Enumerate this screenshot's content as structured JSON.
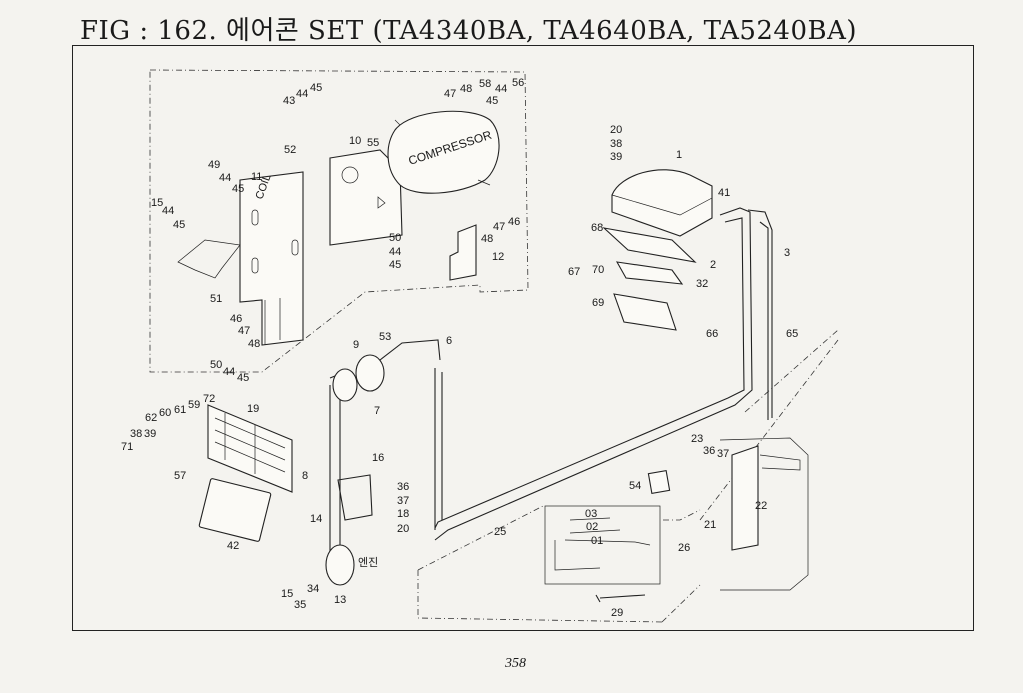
{
  "title": "FIG : 162. 에어콘 SET (TA4340BA, TA4640BA, TA5240BA)",
  "page_number": "358",
  "diagram_text": {
    "compressor": "COMPRESSOR",
    "coil": "COIL",
    "engine": "엔진",
    "bracket_no": "1"
  },
  "callouts": [
    {
      "id": "c43",
      "label": "43"
    },
    {
      "id": "c44a",
      "label": "44"
    },
    {
      "id": "c45a",
      "label": "45"
    },
    {
      "id": "c52",
      "label": "52"
    },
    {
      "id": "c10",
      "label": "10"
    },
    {
      "id": "c55",
      "label": "55"
    },
    {
      "id": "c47a",
      "label": "47"
    },
    {
      "id": "c48a",
      "label": "48"
    },
    {
      "id": "c58",
      "label": "58"
    },
    {
      "id": "c44b",
      "label": "44"
    },
    {
      "id": "c56",
      "label": "56"
    },
    {
      "id": "c45b",
      "label": "45"
    },
    {
      "id": "c49",
      "label": "49"
    },
    {
      "id": "c44c",
      "label": "44"
    },
    {
      "id": "c45c",
      "label": "45"
    },
    {
      "id": "c11",
      "label": "11"
    },
    {
      "id": "c15a",
      "label": "15"
    },
    {
      "id": "c44d",
      "label": "44"
    },
    {
      "id": "c45d",
      "label": "45"
    },
    {
      "id": "c50a",
      "label": "50"
    },
    {
      "id": "c44e",
      "label": "44"
    },
    {
      "id": "c45e",
      "label": "45"
    },
    {
      "id": "c47b",
      "label": "47"
    },
    {
      "id": "c46a",
      "label": "46"
    },
    {
      "id": "c48b",
      "label": "48"
    },
    {
      "id": "c12",
      "label": "12"
    },
    {
      "id": "c51",
      "label": "51"
    },
    {
      "id": "c46b",
      "label": "46"
    },
    {
      "id": "c47c",
      "label": "47"
    },
    {
      "id": "c48c",
      "label": "48"
    },
    {
      "id": "c50b",
      "label": "50"
    },
    {
      "id": "c44f",
      "label": "44"
    },
    {
      "id": "c45f",
      "label": "45"
    },
    {
      "id": "c20a",
      "label": "20"
    },
    {
      "id": "c38a",
      "label": "38"
    },
    {
      "id": "c39a",
      "label": "39"
    },
    {
      "id": "c1",
      "label": "1"
    },
    {
      "id": "c41",
      "label": "41"
    },
    {
      "id": "c68",
      "label": "68"
    },
    {
      "id": "c3",
      "label": "3"
    },
    {
      "id": "c2",
      "label": "2"
    },
    {
      "id": "c67",
      "label": "67"
    },
    {
      "id": "c70",
      "label": "70"
    },
    {
      "id": "c32",
      "label": "32"
    },
    {
      "id": "c69",
      "label": "69"
    },
    {
      "id": "c66",
      "label": "66"
    },
    {
      "id": "c65",
      "label": "65"
    },
    {
      "id": "c53",
      "label": "53"
    },
    {
      "id": "c6",
      "label": "6"
    },
    {
      "id": "c9",
      "label": "9"
    },
    {
      "id": "c7",
      "label": "7"
    },
    {
      "id": "c72",
      "label": "72"
    },
    {
      "id": "c59",
      "label": "59"
    },
    {
      "id": "c61",
      "label": "61"
    },
    {
      "id": "c60",
      "label": "60"
    },
    {
      "id": "c62",
      "label": "62"
    },
    {
      "id": "c38b",
      "label": "38"
    },
    {
      "id": "c39b",
      "label": "39"
    },
    {
      "id": "c71",
      "label": "71"
    },
    {
      "id": "c19",
      "label": "19"
    },
    {
      "id": "c8",
      "label": "8"
    },
    {
      "id": "c16",
      "label": "16"
    },
    {
      "id": "c36a",
      "label": "36"
    },
    {
      "id": "c37a",
      "label": "37"
    },
    {
      "id": "c18",
      "label": "18"
    },
    {
      "id": "c20b",
      "label": "20"
    },
    {
      "id": "c14",
      "label": "14"
    },
    {
      "id": "c57",
      "label": "57"
    },
    {
      "id": "c42",
      "label": "42"
    },
    {
      "id": "c15b",
      "label": "15"
    },
    {
      "id": "c34",
      "label": "34"
    },
    {
      "id": "c35",
      "label": "35"
    },
    {
      "id": "c13",
      "label": "13"
    },
    {
      "id": "c25",
      "label": "25"
    },
    {
      "id": "c03",
      "label": "03"
    },
    {
      "id": "c02",
      "label": "02"
    },
    {
      "id": "c01",
      "label": "01"
    },
    {
      "id": "c26",
      "label": "26"
    },
    {
      "id": "c29",
      "label": "29"
    },
    {
      "id": "c54",
      "label": "54"
    },
    {
      "id": "c23",
      "label": "23"
    },
    {
      "id": "c36b",
      "label": "36"
    },
    {
      "id": "c37b",
      "label": "37"
    },
    {
      "id": "c22",
      "label": "22"
    },
    {
      "id": "c21",
      "label": "21"
    }
  ]
}
